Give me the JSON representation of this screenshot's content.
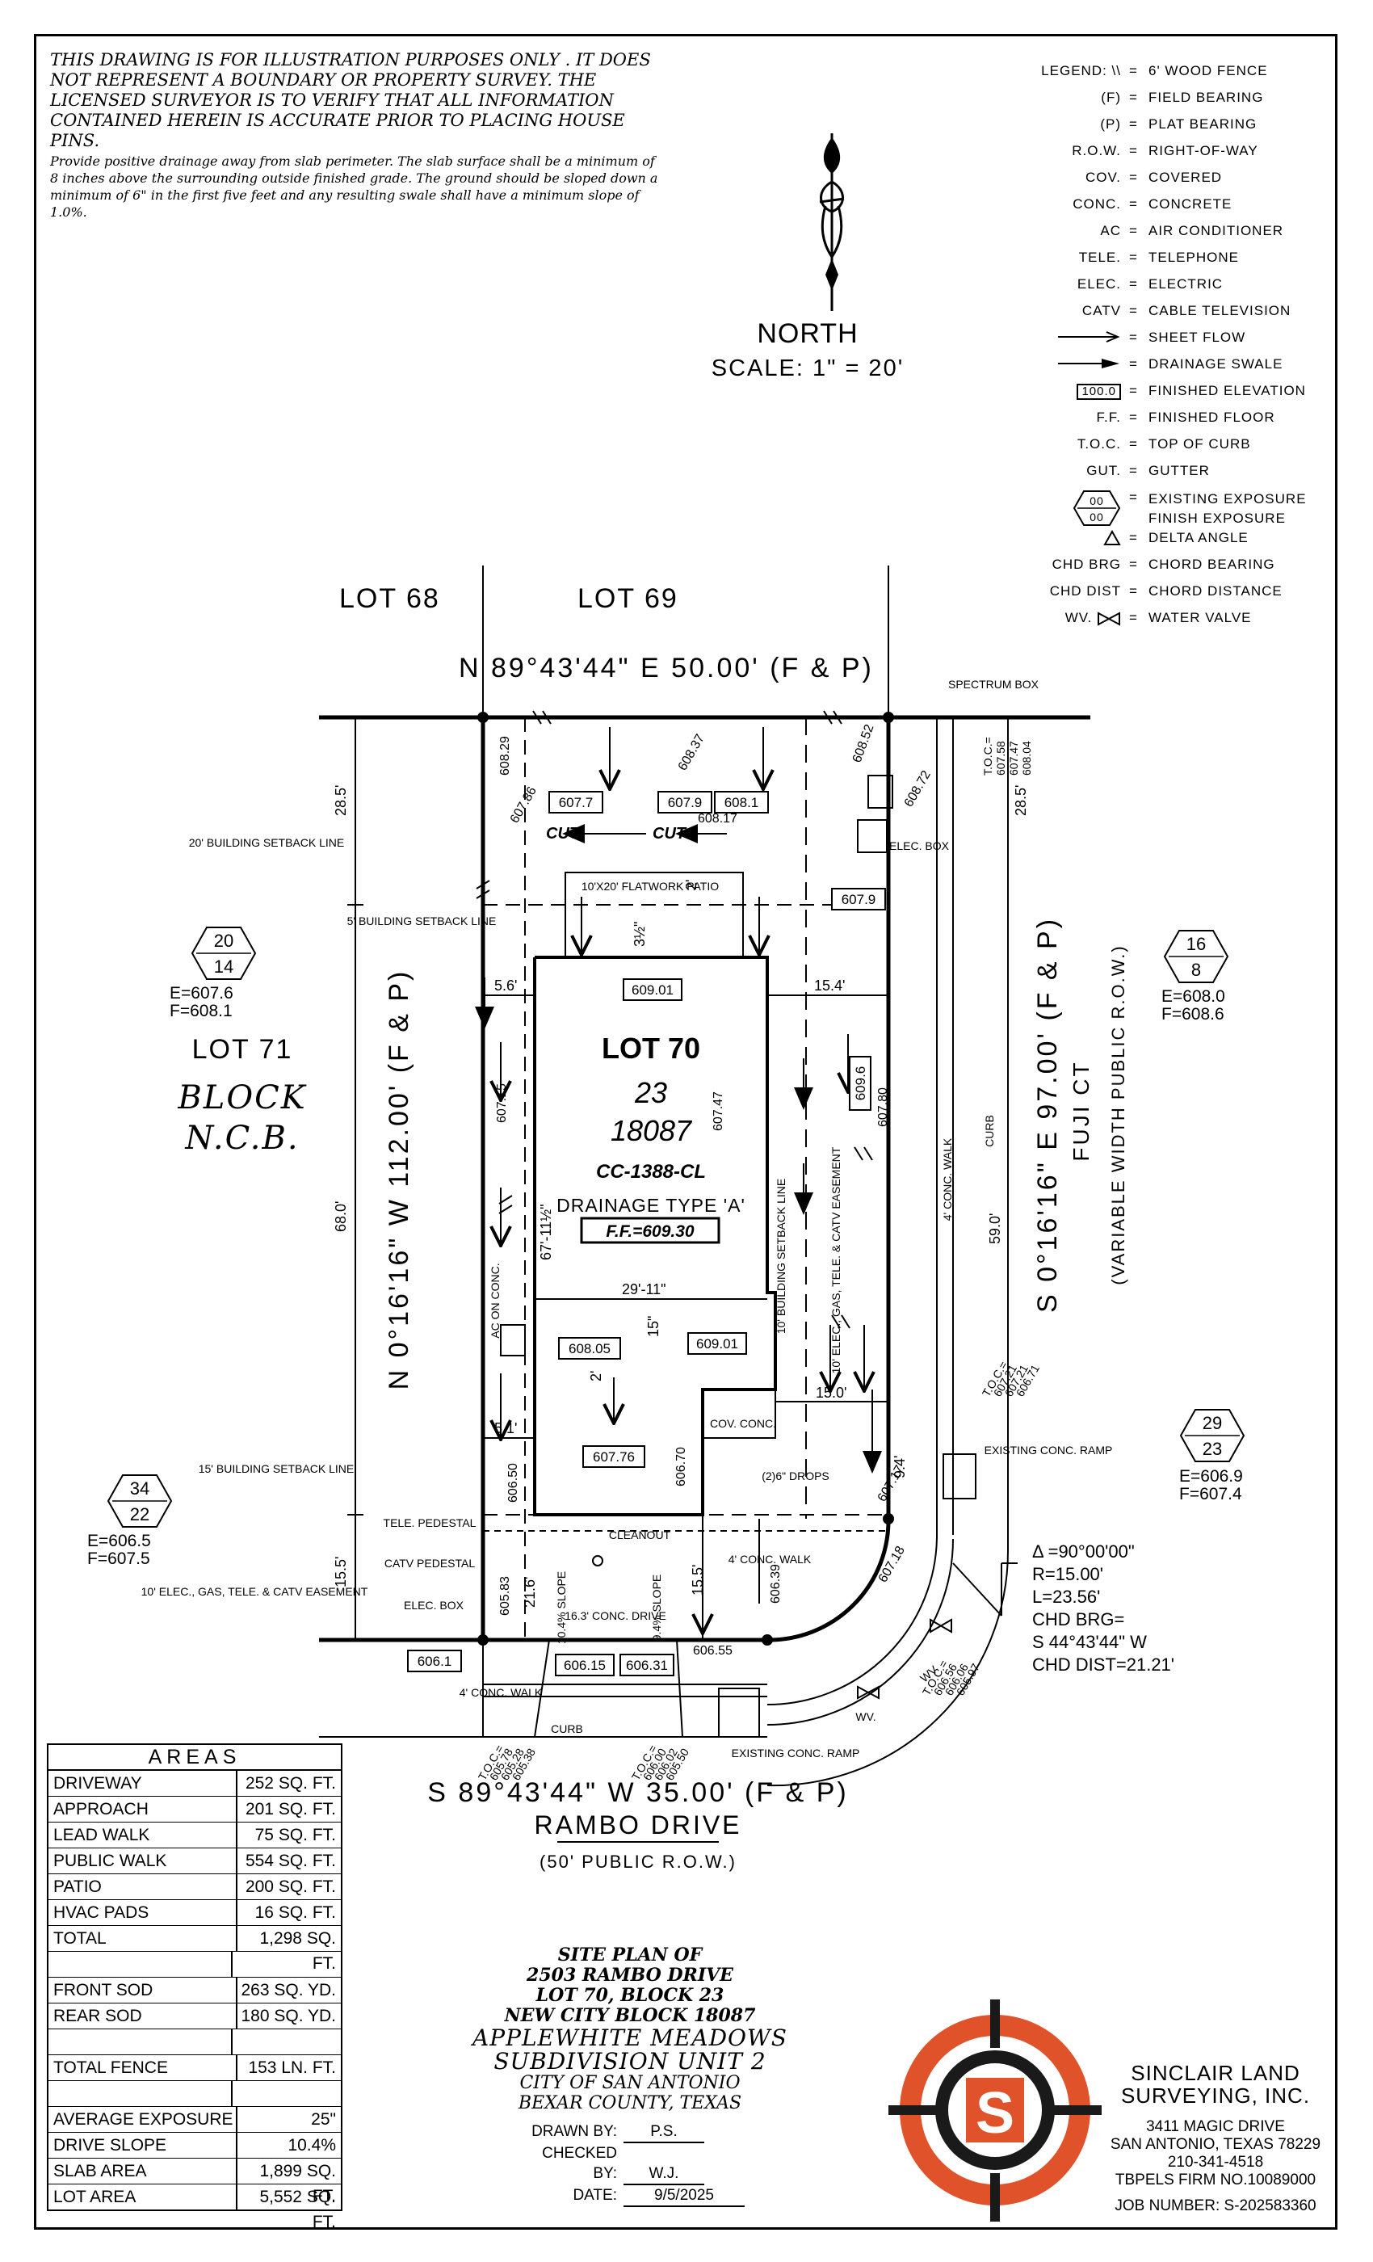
{
  "disclaimer": {
    "caps": "THIS DRAWING IS FOR ILLUSTRATION PURPOSES ONLY . IT DOES NOT REPRESENT A BOUNDARY OR PROPERTY SURVEY. THE LICENSED SURVEYOR IS TO VERIFY THAT ALL INFORMATION CONTAINED HEREIN IS ACCURATE PRIOR TO PLACING HOUSE PINS.",
    "note": "Provide positive drainage away from slab perimeter. The slab surface shall be a minimum of 8 inches above the surrounding outside finished grade. The ground should be sloped down a minimum of 6\" in the first five feet and any resulting swale shall have a minimum slope of 1.0%."
  },
  "north": {
    "label": "NORTH",
    "scale": "SCALE: 1\" = 20'"
  },
  "legend": {
    "title": "LEGEND:",
    "items": [
      {
        "symbol": "\\\\",
        "desc": "6' WOOD FENCE"
      },
      {
        "symbol": "(F)",
        "desc": "FIELD BEARING"
      },
      {
        "symbol": "(P)",
        "desc": "PLAT BEARING"
      },
      {
        "symbol": "R.O.W.",
        "desc": "RIGHT-OF-WAY"
      },
      {
        "symbol": "COV.",
        "desc": "COVERED"
      },
      {
        "symbol": "CONC.",
        "desc": "CONCRETE"
      },
      {
        "symbol": "AC",
        "desc": "AIR CONDITIONER"
      },
      {
        "symbol": "TELE.",
        "desc": "TELEPHONE"
      },
      {
        "symbol": "ELEC.",
        "desc": "ELECTRIC"
      },
      {
        "symbol": "CATV",
        "desc": "CABLE TELEVISION"
      },
      {
        "symbol": "",
        "desc": "SHEET FLOW"
      },
      {
        "symbol": "",
        "desc": "DRAINAGE SWALE"
      },
      {
        "symbol": "100.0",
        "desc": "FINISHED ELEVATION"
      },
      {
        "symbol": "F.F.",
        "desc": "FINISHED FLOOR"
      },
      {
        "symbol": "T.O.C.",
        "desc": "TOP OF CURB"
      },
      {
        "symbol": "GUT.",
        "desc": "GUTTER"
      },
      {
        "symbol": "00/00",
        "desc": "EXISTING EXPOSURE FINISH EXPOSURE"
      },
      {
        "symbol": "",
        "desc": "DELTA ANGLE"
      },
      {
        "symbol": "CHD BRG",
        "desc": "CHORD BEARING"
      },
      {
        "symbol": "CHD DIST",
        "desc": "CHORD DISTANCE"
      },
      {
        "symbol": "WV.",
        "desc": "WATER VALVE"
      }
    ]
  },
  "plan": {
    "lot68": "LOT 68",
    "lot69": "LOT 69",
    "lot71": "LOT 71",
    "block_ncb": [
      "BLOCK",
      "N.C.B."
    ],
    "north_bearing": "N 89°43'44\" E 50.00' (F & P)",
    "south_bearing": "S 89°43'44\" W 35.00' (F & P)",
    "west_bearing": "N 0°16'16\" W 112.00' (F & P)",
    "east_bearing": "S 0°16'16\" E 97.00' (F & P)",
    "street_south": "RAMBO DRIVE",
    "street_south_row": "(50' PUBLIC R.O.W.)",
    "street_east": "FUJI CT",
    "street_east_row": "(VARIABLE WIDTH PUBLIC R.O.W.)",
    "lot_label": "LOT 70",
    "block_no": "23",
    "ncb_no": "18087",
    "plan_code": "CC-1388-CL",
    "drainage": "DRAINAGE TYPE 'A'",
    "ff": "F.F.=609.30",
    "patio": "10'X20' FLATWORK PATIO",
    "setback_20": "20' BUILDING SETBACK LINE",
    "setback_5": "5' BUILDING SETBACK LINE",
    "setback_15": "15' BUILDING SETBACK LINE",
    "setback_10": "10' BUILDING SETBACK LINE",
    "easement_west": "10' ELEC., GAS, TELE. & CATV EASEMENT",
    "easement_east": "10' ELEC., GAS, TELE. & CATV EASEMENT",
    "spectrum_box": "SPECTRUM BOX",
    "elec_box": "ELEC. BOX",
    "elec_box2": "ELEC. BOX",
    "tele_pedestal": "TELE. PEDESTAL",
    "catv_pedestal": "CATV PEDESTAL",
    "ac_on_conc": "AC ON CONC.",
    "cov_conc": "COV. CONC.",
    "cleanout": "CLEANOUT",
    "drops": "(2)6\" DROPS",
    "conc_walk_east": "4' CONC. WALK",
    "conc_walk_front": "4' CONC. WALK",
    "conc_walk_drive": "4' CONC. WALK",
    "curb_east": "CURB",
    "curb_south": "CURB",
    "existing_ramp_east": "EXISTING CONC. RAMP",
    "existing_ramp_south": "EXISTING CONC. RAMP",
    "drive": "16.3' CONC. DRIVE",
    "slope_left": "10.4% SLOPE",
    "slope_right": "9.4% SLOPE",
    "cut": "CUT",
    "wv": "WV.",
    "dims": {
      "d285a": "28.5'",
      "d285b": "28.5'",
      "d680": "68.0'",
      "d155a": "15.5'",
      "d155b": "15.5'",
      "d56": "5.6'",
      "d154": "15.4'",
      "d51": "5.1'",
      "d150": "15.0'",
      "d590": "59.0'",
      "d2911": "29'-11\"",
      "d67112": "67'-11½\"",
      "d216": "21.6'",
      "d94": "9.4'",
      "d15": "15\"",
      "d2": "2'",
      "d2b": "2'",
      "d312": "3½\""
    },
    "elev_boxes": {
      "e6077": "607.7",
      "e6079": "607.9",
      "e6081": "608.1",
      "e6079b": "607.9",
      "e60901": "609.01",
      "e6096": "609.6",
      "e60805": "608.05",
      "e60901b": "609.01",
      "e60776": "607.76",
      "e6061": "606.1",
      "e60615": "606.15",
      "e60631": "606.31"
    },
    "elev_text": {
      "t60829": "608.29",
      "t60786": "607.86",
      "t60837": "608.37",
      "t60852": "608.52",
      "t60872": "608.72",
      "t60817": "608.17",
      "t60715": "607.15",
      "t60747": "607.47",
      "t60780": "607.80",
      "t60650": "606.50",
      "t60583": "605.83",
      "t60670": "606.70",
      "t60717": "607.17",
      "t60718": "607.18",
      "t60639": "606.39",
      "t60655": "606.55"
    },
    "toc_ne": [
      "T.O.C.=",
      "607.58",
      "607.47",
      "608.04"
    ],
    "toc_e": [
      "T.O.C.=",
      "607.21",
      "607.21",
      "606.71"
    ],
    "toc_se": [
      "T.O.C.=",
      "606.56",
      "606.06",
      "605.97"
    ],
    "toc_sw": [
      "T.O.C.=",
      "605.78",
      "605.28",
      "605.38"
    ],
    "toc_sm": [
      "T.O.C.=",
      "606.00",
      "606.02",
      "605.50"
    ],
    "exposures": [
      {
        "id": "nw",
        "top": "20",
        "bottom": "14",
        "e": "E=607.6",
        "f": "F=608.1"
      },
      {
        "id": "ne",
        "top": "16",
        "bottom": "8",
        "e": "E=608.0",
        "f": "F=608.6"
      },
      {
        "id": "se",
        "top": "29",
        "bottom": "23",
        "e": "E=606.9",
        "f": "F=607.4"
      },
      {
        "id": "sw",
        "top": "34",
        "bottom": "22",
        "e": "E=606.5",
        "f": "F=607.5"
      }
    ],
    "curve": {
      "delta": "Δ =90°00'00\"",
      "r": "R=15.00'",
      "l": "L=23.56'",
      "chd_brg_lbl": "CHD BRG=",
      "chd_brg": "S 44°43'44\" W",
      "chd_dist": "CHD DIST=21.21'"
    }
  },
  "areas": {
    "title": "AREAS",
    "rows1": [
      {
        "name": "DRIVEWAY",
        "value": "252 SQ. FT."
      },
      {
        "name": "APPROACH",
        "value": "201 SQ. FT."
      },
      {
        "name": "LEAD WALK",
        "value": "75 SQ. FT."
      },
      {
        "name": "PUBLIC WALK",
        "value": "554 SQ. FT."
      },
      {
        "name": "PATIO",
        "value": "200 SQ. FT."
      },
      {
        "name": "HVAC PADS",
        "value": "16 SQ. FT."
      },
      {
        "name": "TOTAL",
        "value": "1,298 SQ. FT."
      }
    ],
    "rows2": [
      {
        "name": "FRONT SOD",
        "value": "263 SQ. YD."
      },
      {
        "name": "REAR SOD",
        "value": "180 SQ. YD."
      }
    ],
    "rows3": [
      {
        "name": "TOTAL FENCE",
        "value": "153 LN. FT."
      }
    ],
    "rows4": [
      {
        "name": "AVERAGE EXPOSURE",
        "value": "25\""
      },
      {
        "name": "DRIVE SLOPE",
        "value": "10.4%"
      },
      {
        "name": "SLAB AREA",
        "value": "1,899 SQ. FT."
      },
      {
        "name": "LOT AREA",
        "value": "5,552 SQ. FT."
      }
    ]
  },
  "title_block": {
    "line1": "SITE PLAN OF",
    "line2": "2503 RAMBO DRIVE",
    "line3": "LOT 70, BLOCK 23",
    "line4": "NEW CITY BLOCK 18087",
    "line5": "APPLEWHITE MEADOWS",
    "line6": "SUBDIVISION UNIT 2",
    "line7": "CITY OF SAN ANTONIO",
    "line8": "BEXAR COUNTY, TEXAS",
    "drawn_by_lbl": "DRAWN BY:",
    "drawn_by": "P.S.",
    "checked_by_lbl": "CHECKED BY:",
    "checked_by": "W.J.",
    "date_lbl": "DATE:",
    "date": "9/5/2025"
  },
  "company": {
    "name1": "SINCLAIR LAND",
    "name2": "SURVEYING, INC.",
    "logo_letter": "S",
    "addr1": "3411 MAGIC DRIVE",
    "addr2": "SAN ANTONIO, TEXAS 78229",
    "phone": "210-341-4518",
    "firm": "TBPELS FIRM NO.10089000",
    "job_lbl": "JOB NUMBER:",
    "job": "S-202583360",
    "logo_orange": "#e0522a",
    "logo_dark": "#1a1a1a"
  }
}
